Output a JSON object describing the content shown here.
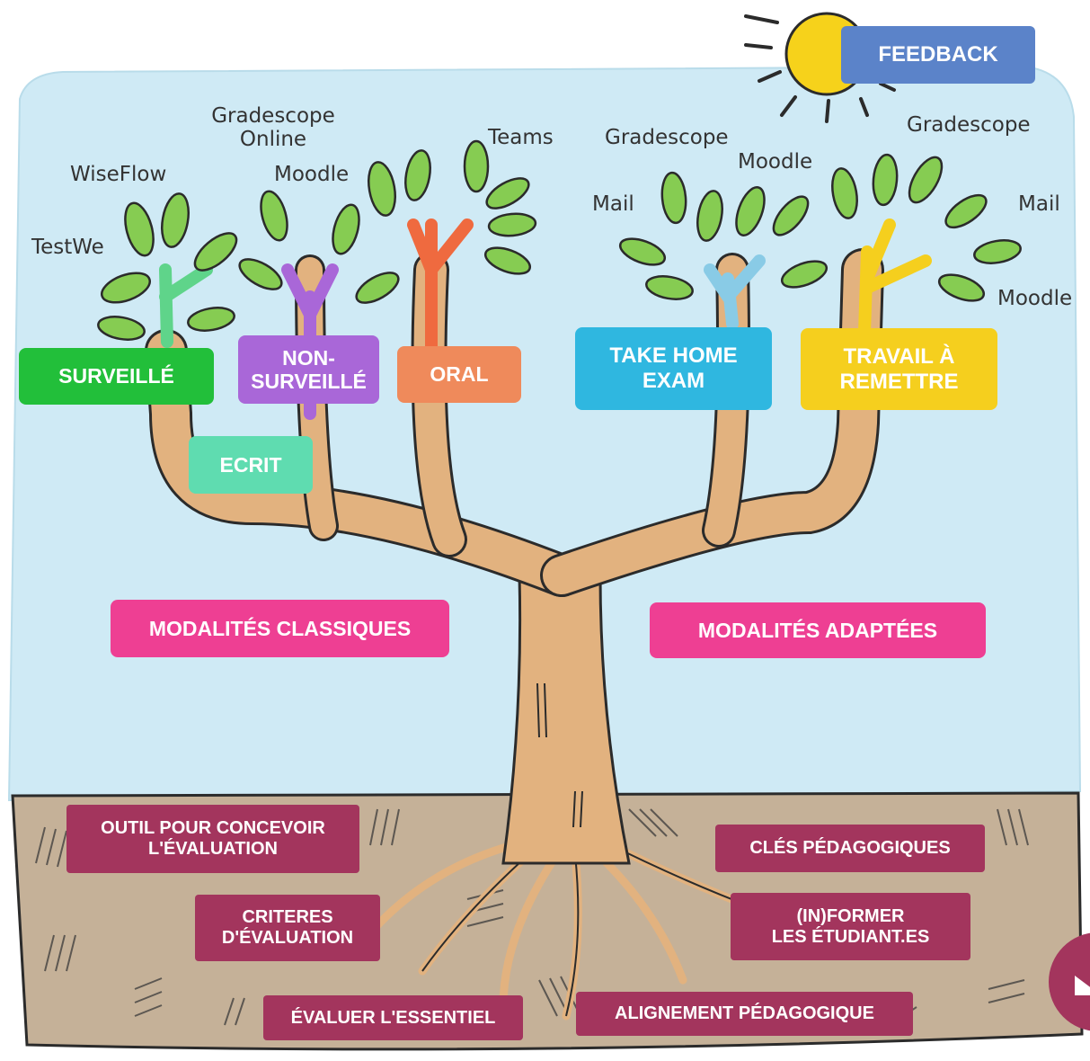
{
  "colors": {
    "sky": "#cfeaf5",
    "soil": "#c5b198",
    "trunk": "#e2b27f",
    "leaf": "#86cc52",
    "sun": "#f6d21b",
    "surveille": "#22bf3a",
    "ecrit": "#5fdcb0",
    "non_surveille": "#a967d8",
    "oral": "#ef8a5b",
    "take_home": "#2fb7e0",
    "travail": "#f5cf1e",
    "feedback": "#5b83c9",
    "modalites": "#ee3f93",
    "roots": "#a3355d"
  },
  "feedback": "FEEDBACK",
  "branches": {
    "surveille": "SURVEILLÉ",
    "ecrit": "ECRIT",
    "non_surveille": [
      "NON-",
      "SURVEILLÉ"
    ],
    "oral": "ORAL",
    "take_home": [
      "TAKE HOME",
      "EXAM"
    ],
    "travail": [
      "TRAVAIL À",
      "REMETTRE"
    ]
  },
  "modalites": {
    "classiques": "MODALITÉS CLASSIQUES",
    "adaptees": "MODALITÉS ADAPTÉES"
  },
  "tools": {
    "testwe": "TestWe",
    "wiseflow": "WiseFlow",
    "gradescope_online": [
      "Gradescope",
      "Online"
    ],
    "moodle_1": "Moodle",
    "teams": "Teams",
    "gradescope_1": "Gradescope",
    "mail_1": "Mail",
    "moodle_2": "Moodle",
    "gradescope_2": "Gradescope",
    "mail_2": "Mail",
    "moodle_3": "Moodle"
  },
  "roots": {
    "outil": [
      "OUTIL POUR CONCEVOIR",
      "L'ÉVALUATION"
    ],
    "criteres": [
      "CRITERES",
      "D'ÉVALUATION"
    ],
    "essentiel": "ÉVALUER L'ESSENTIEL",
    "cles": "CLÉS PÉDAGOGIQUES",
    "informer": [
      "(IN)FORMER",
      "LES ÉTUDIANT.ES"
    ],
    "alignement": "ALIGNEMENT PÉDAGOGIQUE"
  }
}
